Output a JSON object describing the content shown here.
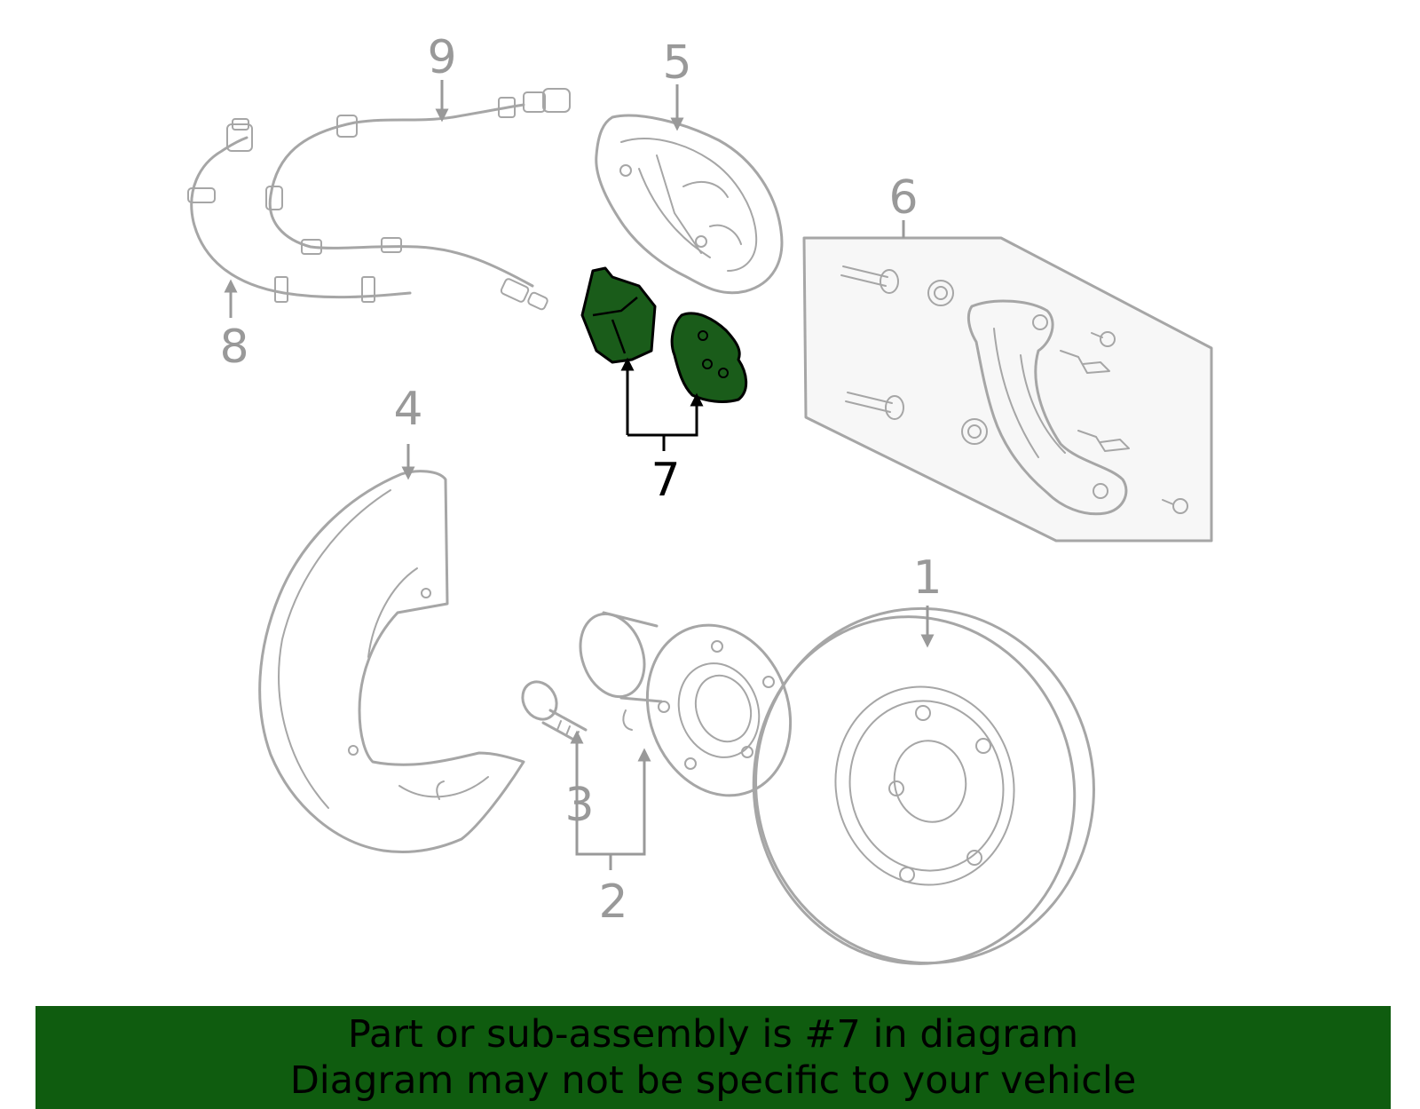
{
  "callouts": {
    "c1": "1",
    "c2": "2",
    "c3": "3",
    "c4": "4",
    "c5": "5",
    "c6": "6",
    "c7": "7",
    "c8": "8",
    "c9": "9"
  },
  "highlighted_part": "7",
  "banner": {
    "line1": "Part or sub-assembly is #7 in diagram",
    "line2": "Diagram may not be specific to your vehicle"
  },
  "colors": {
    "highlight": "#1a5c1a",
    "banner_bg": "#0f5c0f",
    "lineart": "#a6a6a6"
  }
}
